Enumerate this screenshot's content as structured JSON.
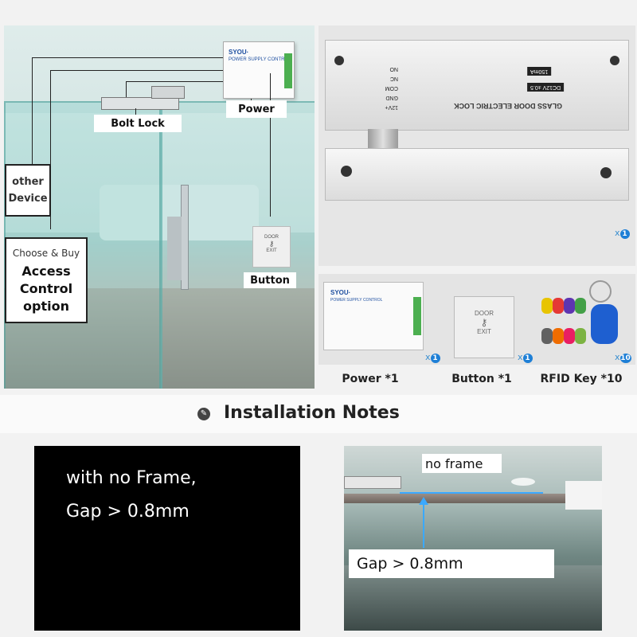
{
  "scene": {
    "labels": {
      "other": "other",
      "device": "Device",
      "choose_buy": "Choose & Buy",
      "access": "Access",
      "control": "Control",
      "option": "option",
      "bolt_lock": "Bolt Lock",
      "power": "Power",
      "button": "Button"
    },
    "psu_brand": "SYOU·",
    "psu_title": "POWER SUPPLY CONTROL",
    "exit_button": {
      "door": "DOOR",
      "exit": "EXIT"
    }
  },
  "lock_photo": {
    "text": "GLASS DOOR ELECTRIC LOCK",
    "spec1": "DC12V ±0.5",
    "spec2": "150mA",
    "terminals": [
      "12V+",
      "GND",
      "COM",
      "NC",
      "NO"
    ],
    "quantity": "1"
  },
  "accessories": [
    {
      "caption": "Power *1",
      "quantity": "1"
    },
    {
      "caption": "Button *1",
      "quantity": "1"
    },
    {
      "caption": "RFID Key *10",
      "quantity": "10"
    }
  ],
  "notes": {
    "heading": "Installation Notes",
    "line1": "with no Frame,",
    "line2": "Gap > 0.8mm",
    "photo_top_label": "no frame",
    "photo_bottom_label": "Gap > 0.8mm"
  },
  "colors": {
    "glass": "#8fc8c4",
    "black_panel": "#000000",
    "accent_blue": "#1e7fd6"
  }
}
